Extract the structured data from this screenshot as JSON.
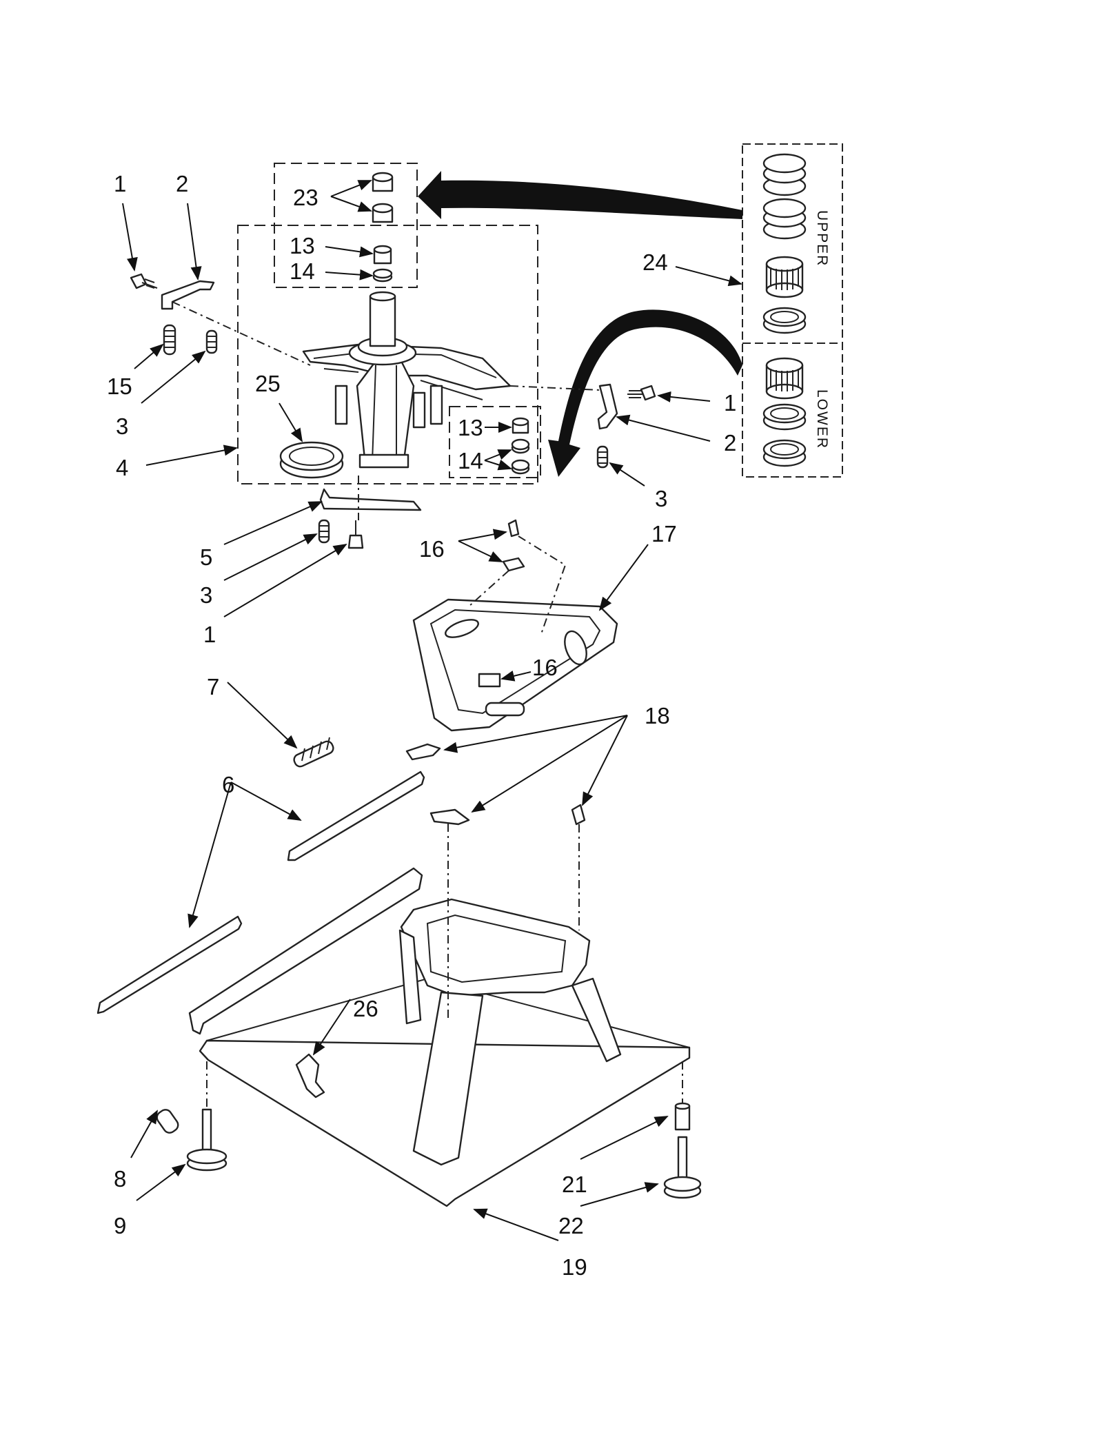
{
  "callouts": {
    "c1a": "1",
    "c2a": "2",
    "c15": "15",
    "c3a": "3",
    "c4": "4",
    "c25": "25",
    "c23": "23",
    "c13a": "13",
    "c14a": "14",
    "c24": "24",
    "c1b": "1",
    "c2b": "2",
    "c3b": "3",
    "c13b": "13",
    "c14b": "14",
    "c5": "5",
    "c3c": "3",
    "c1c": "1",
    "c16a": "16",
    "c17": "17",
    "c16b": "16",
    "c7": "7",
    "c18": "18",
    "c6": "6",
    "c26": "26",
    "c8": "8",
    "c9": "9",
    "c21": "21",
    "c22": "22",
    "c19": "19"
  },
  "bearing_kit": {
    "upper_label": "UPPER",
    "lower_label": "LOWER"
  }
}
